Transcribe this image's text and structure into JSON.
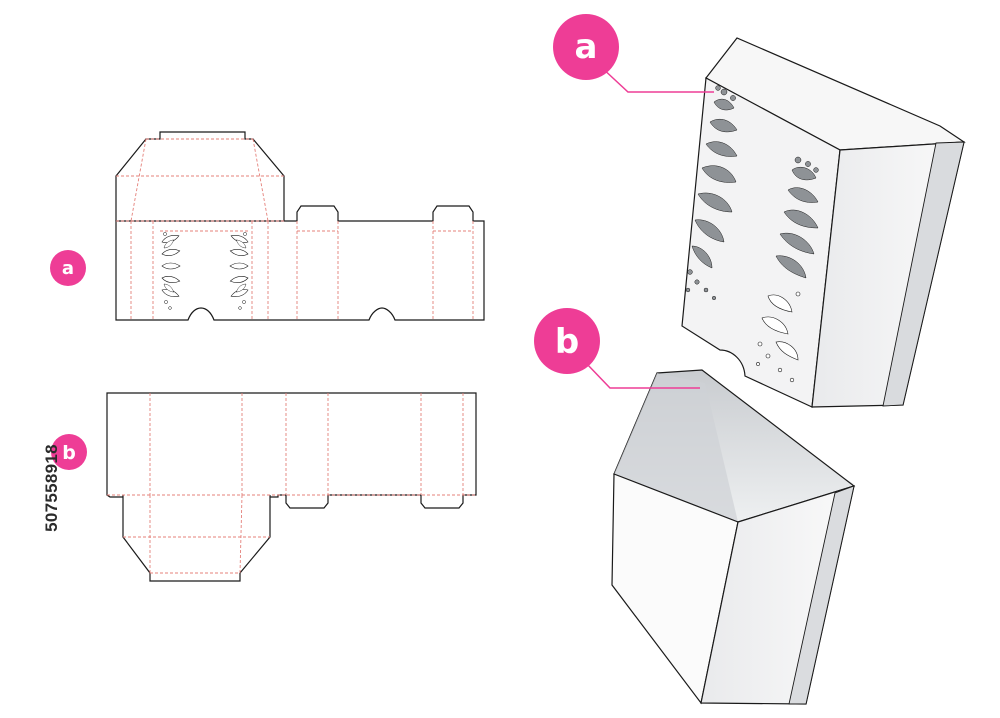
{
  "labels": {
    "part_a": "a",
    "part_b": "b"
  },
  "stock_id": "507558918",
  "colors": {
    "badge": "#ee3d96",
    "cut_line": "#1a1a1a",
    "fold_line": "#e4807a",
    "box_face_light": "#f4f4f5",
    "box_face_shade": "#d9dbde",
    "cutout_gray": "#8e9296",
    "leader_line": "#ee3d96"
  },
  "icons": {
    "floral_cutout": "leaf-cluster-cutout-icon"
  }
}
